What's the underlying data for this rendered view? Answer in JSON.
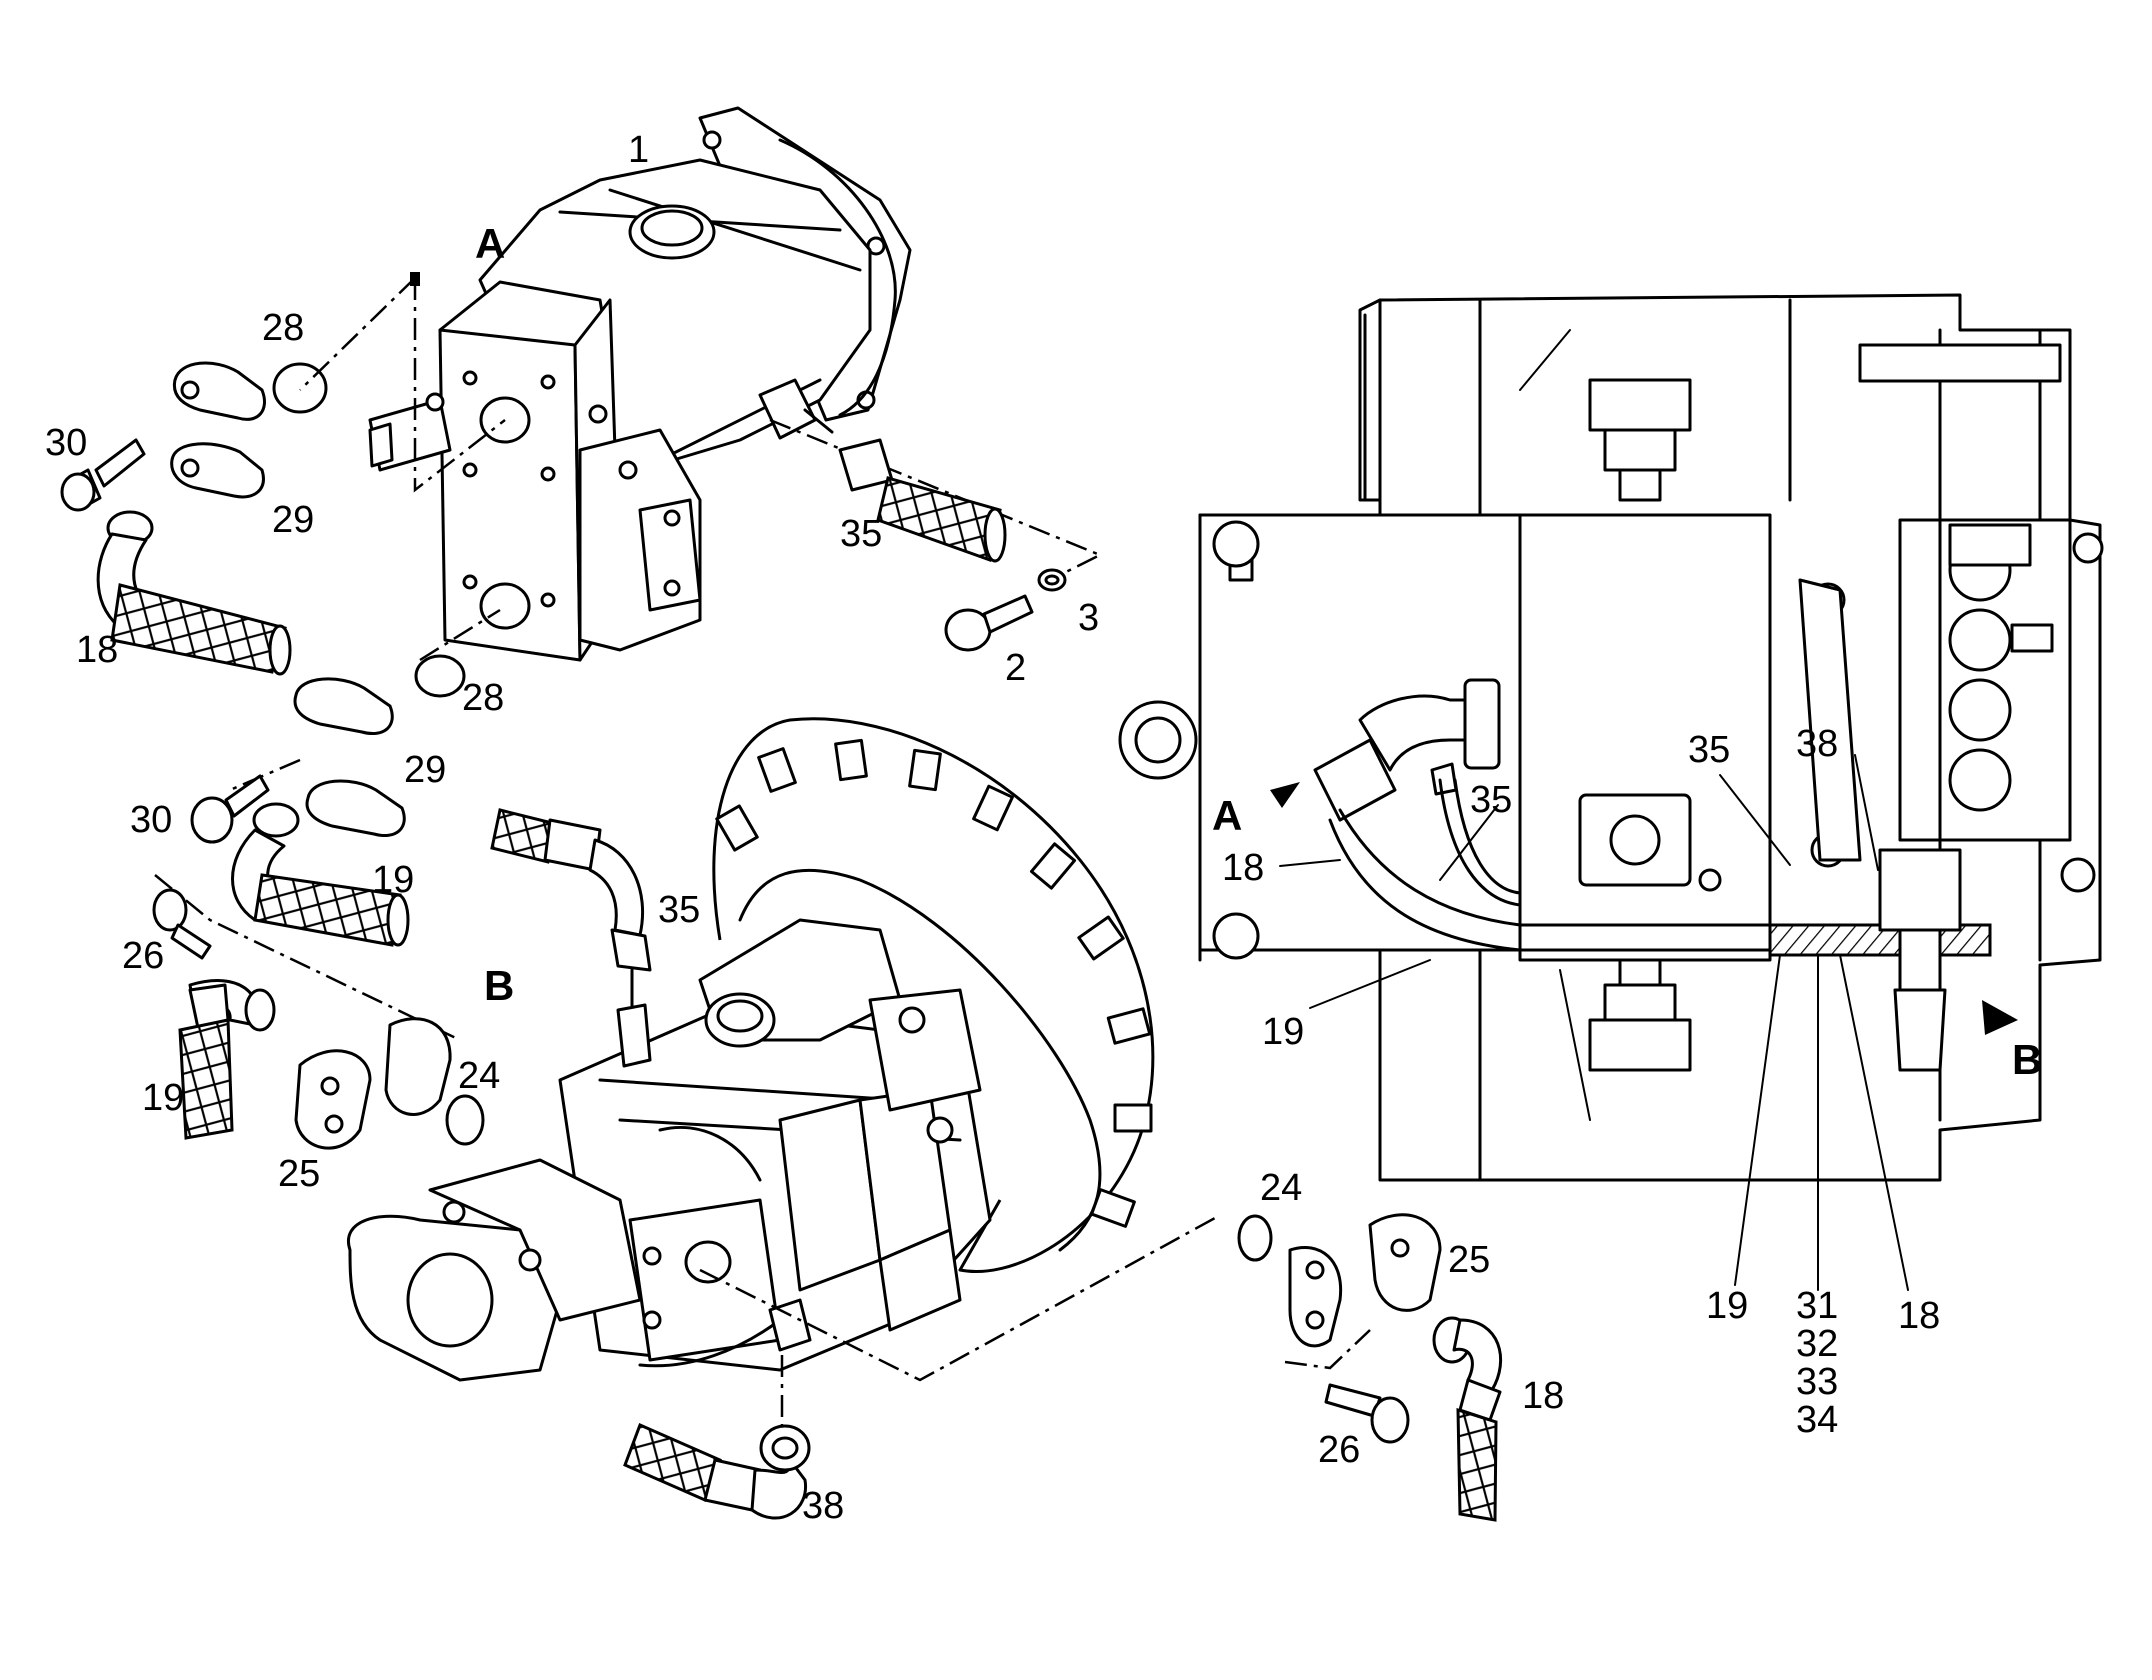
{
  "diagram": {
    "type": "exploded parts diagram",
    "view_markers": {
      "A": "A",
      "B": "B"
    },
    "callouts": {
      "n1": "1",
      "n2": "2",
      "n3": "3",
      "n18": "18",
      "n19": "19",
      "n24": "24",
      "n25": "25",
      "n26": "26",
      "n28": "28",
      "n29": "29",
      "n30": "30",
      "n31": "31",
      "n32": "32",
      "n33": "33",
      "n34": "34",
      "n35": "35",
      "n38": "38"
    }
  }
}
